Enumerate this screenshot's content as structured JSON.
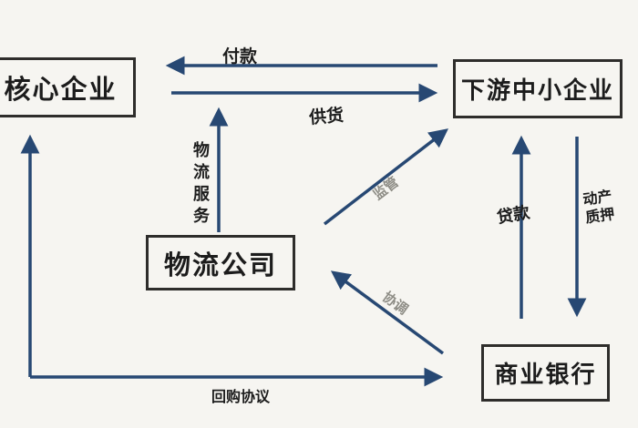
{
  "diagram": {
    "nodes": [
      {
        "id": "core-enterprise",
        "label": "核心企业"
      },
      {
        "id": "downstream-sme",
        "label": "下游中小企业"
      },
      {
        "id": "logistics-company",
        "label": "物流公司"
      },
      {
        "id": "commercial-bank",
        "label": "商业银行"
      }
    ],
    "edges": [
      {
        "label": "付款",
        "from": "下游中小企业",
        "to": "核心企业"
      },
      {
        "label": "供货",
        "from": "核心企业",
        "to": "下游中小企业"
      },
      {
        "label": "物流服务",
        "from": "物流公司",
        "to": "核心企业"
      },
      {
        "label": "监管",
        "from": "物流公司",
        "to": "下游中小企业"
      },
      {
        "label": "贷款",
        "from": "商业银行",
        "to": "下游中小企业"
      },
      {
        "label": "动产质押",
        "from": "下游中小企业",
        "to": "商业银行"
      },
      {
        "label": "协调",
        "from": "商业银行",
        "to": "物流公司"
      },
      {
        "label": "回购协议",
        "from": "核心企业",
        "to": "商业银行",
        "bidirectional": true
      }
    ],
    "colors": {
      "background": "#f6f5f1",
      "arrow": "#274873",
      "box_border": "#2e2d2b",
      "label_dark": "#1d1d1d",
      "label_gray": "#8e8d86"
    }
  }
}
